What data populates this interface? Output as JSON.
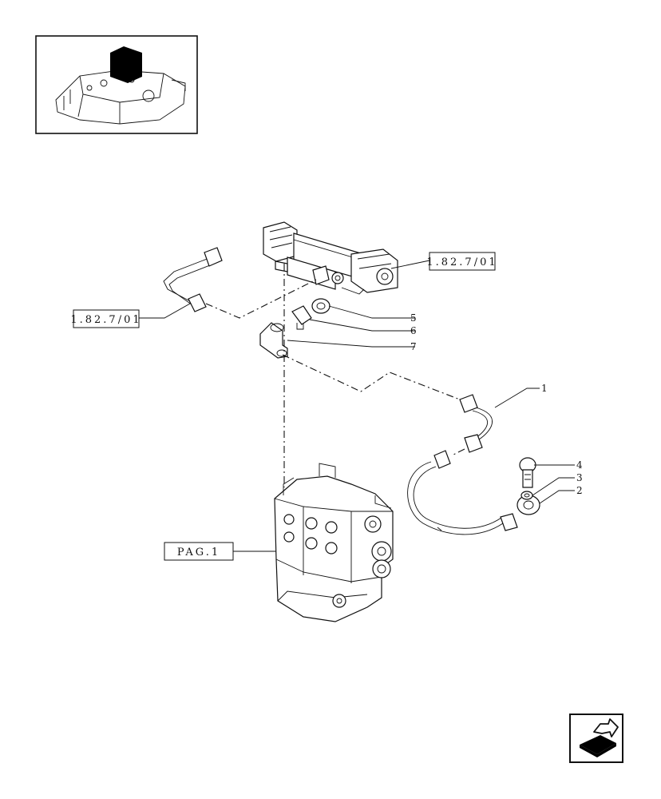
{
  "references": {
    "top_right": "1.82.7/01",
    "left": "1.82.7/01",
    "bottom": "PAG.1"
  },
  "callouts": {
    "c1": "1",
    "c2": "2",
    "c3": "3",
    "c4": "4",
    "c5": "5",
    "c6": "6",
    "c7": "7"
  },
  "icons": {
    "nav": "next-page-arrow-icon",
    "thumbnail": "assembly-locator-thumbnail"
  },
  "colors": {
    "ink": "#111111",
    "highlight": "#000000",
    "background": "#ffffff"
  }
}
